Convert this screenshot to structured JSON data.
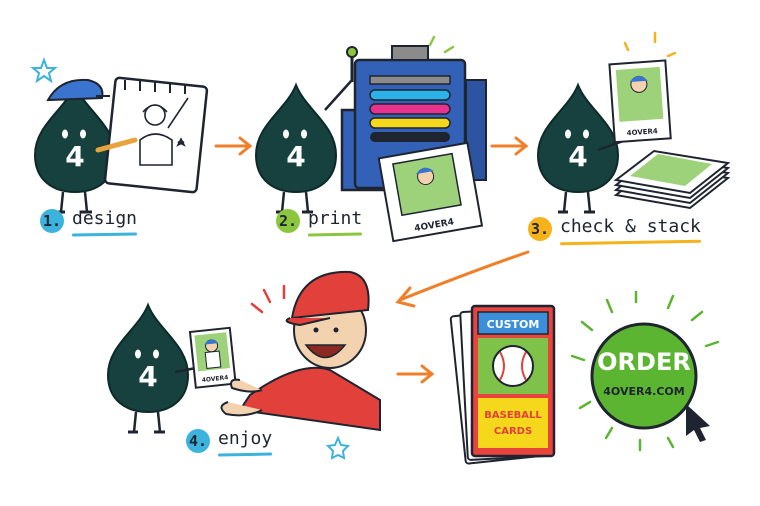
{
  "mascot": {
    "label": "4"
  },
  "steps": [
    {
      "number": "1.",
      "word": "design",
      "color": "#3bb3dc"
    },
    {
      "number": "2.",
      "word": "print",
      "color": "#8cc63f"
    },
    {
      "number": "3.",
      "word": "check & stack",
      "color": "#f5b21b"
    },
    {
      "number": "4.",
      "word": "enjoy",
      "color": "#3bb3dc"
    }
  ],
  "card": {
    "brand": "4OVER4"
  },
  "product": {
    "top": "CUSTOM",
    "bottom_1": "BASEBALL",
    "bottom_2": "CARDS"
  },
  "order": {
    "title": "ORDER",
    "site": "4OVER4.COM",
    "color": "#5cb531"
  },
  "colors": {
    "ink": "#1e2430",
    "mascot": "#16413f",
    "arrow": "#f07f2a",
    "cap_blue": "#3a74cf",
    "cap_red": "#e2403a"
  }
}
